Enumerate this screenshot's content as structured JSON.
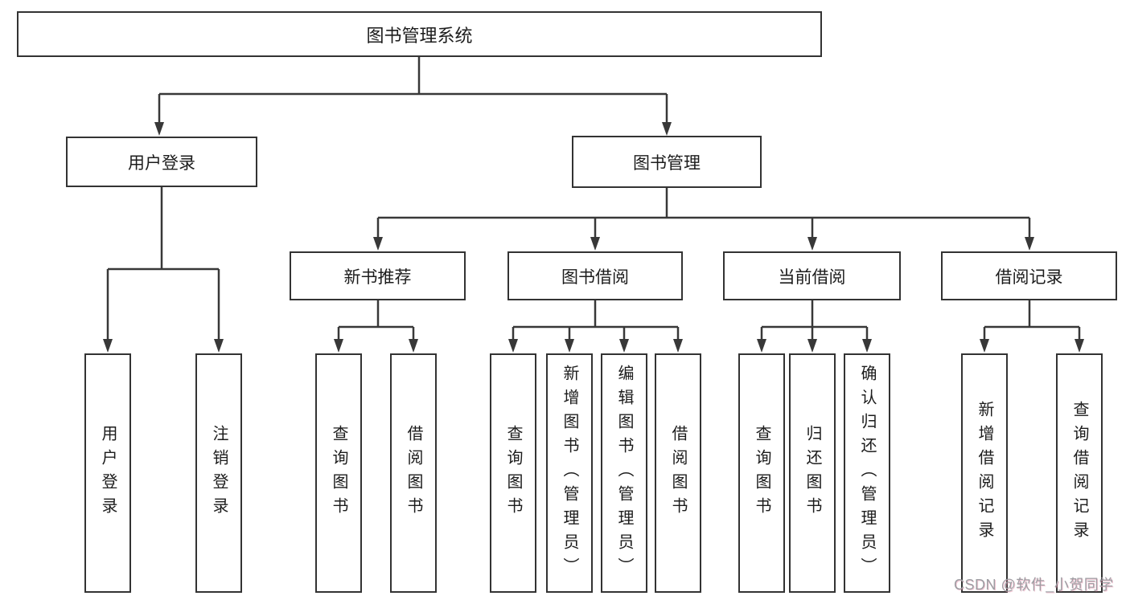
{
  "diagram_title": "图书管理系统",
  "colors": {
    "background": "#ffffff",
    "box_border": "#333333",
    "box_fill": "#ffffff",
    "connector": "#383838",
    "text": "#1c1c1c",
    "watermark_text": "#9e9ea3"
  },
  "tree": {
    "root": {
      "label": "图书管理系统"
    },
    "branches": [
      {
        "label": "用户登录",
        "leaves": [
          {
            "label": "用户登录"
          },
          {
            "label": "注销登录"
          }
        ]
      },
      {
        "label": "图书管理",
        "groups": [
          {
            "label": "新书推荐",
            "leaves": [
              {
                "label": "查询图书"
              },
              {
                "label": "借阅图书"
              }
            ]
          },
          {
            "label": "图书借阅",
            "leaves": [
              {
                "label": "查询图书"
              },
              {
                "label": "新增图书（管理员）"
              },
              {
                "label": "编辑图书（管理员）"
              },
              {
                "label": "借阅图书"
              }
            ]
          },
          {
            "label": "当前借阅",
            "leaves": [
              {
                "label": "查询图书"
              },
              {
                "label": "归还图书"
              },
              {
                "label": "确认归还（管理员）"
              }
            ]
          },
          {
            "label": "借阅记录",
            "leaves": [
              {
                "label": "新增借阅记录"
              },
              {
                "label": "查询借阅记录"
              }
            ]
          }
        ]
      }
    ]
  },
  "watermark": {
    "text": "CSDN @软件_小贺同学"
  }
}
